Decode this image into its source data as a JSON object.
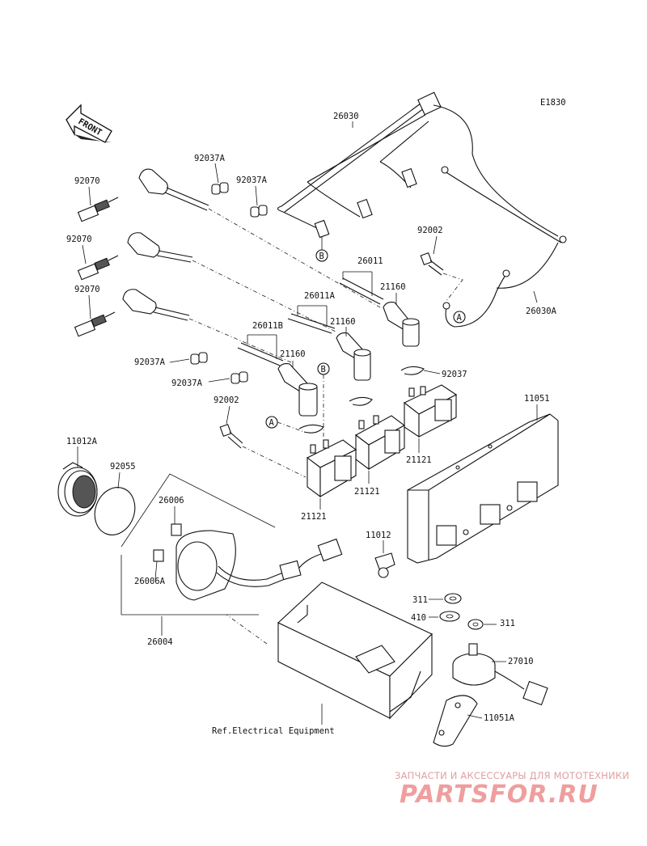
{
  "diagram_code": "E1830",
  "front_label": "FRONT",
  "callouts": {
    "p26030": "26030",
    "p92037A_1": "92037A",
    "p92037A_2": "92037A",
    "p92070_1": "92070",
    "p92070_2": "92070",
    "p92070_3": "92070",
    "p92002_1": "92002",
    "p26011": "26011",
    "p21160_1": "21160",
    "p26011A": "26011A",
    "p21160_2": "21160",
    "p26030A": "26030A",
    "p26011B": "26011B",
    "p21160_3": "21160",
    "p92037A_3": "92037A",
    "p92037": "92037",
    "p92037A_4": "92037A",
    "p92002_2": "92002",
    "p11051": "11051",
    "p11012A": "11012A",
    "p92055": "92055",
    "p21121_1": "21121",
    "p21121_2": "21121",
    "p21121_3": "21121",
    "p26006": "26006",
    "p11012": "11012",
    "p26006A": "26006A",
    "p311_1": "311",
    "p410": "410",
    "p311_2": "311",
    "p26004": "26004",
    "p27010": "27010",
    "p11051A": "11051A",
    "ref_electrical": "Ref.Electrical Equipment",
    "marker_a": "A",
    "marker_b": "B"
  },
  "watermark": {
    "tagline": "ЗАПЧАСТИ И АКСЕССУАРЫ ДЛЯ МОТОТЕХНИКИ",
    "brand": "PARTSFOR.RU",
    "color": "#ef9e9e"
  }
}
